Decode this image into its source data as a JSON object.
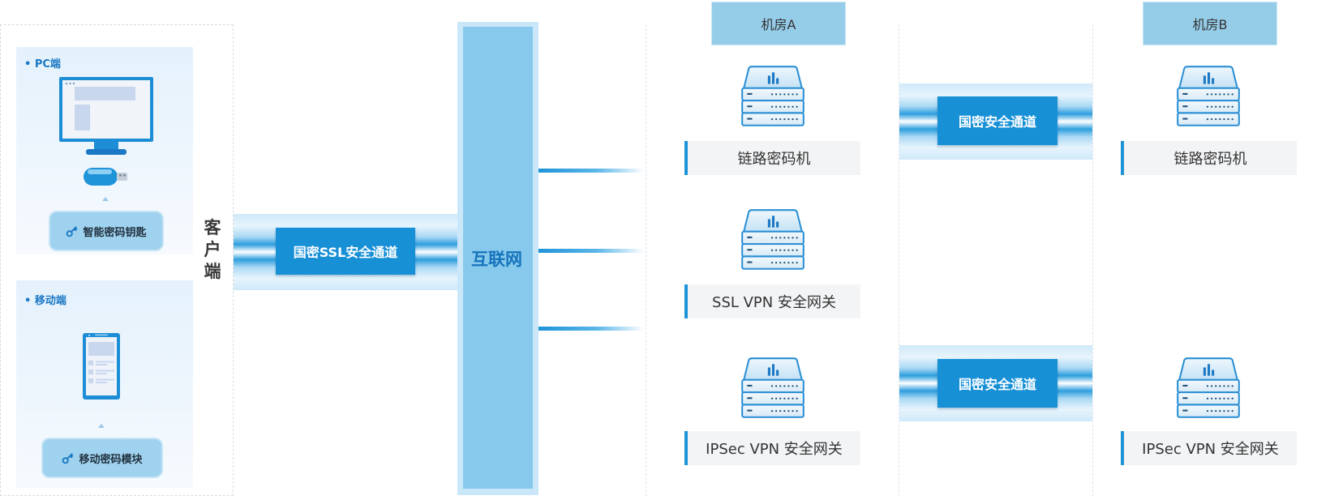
{
  "client": {
    "pc_title": "• PC端",
    "mobile_title": "• 移动端",
    "smart_key_label": "智能密码钥匙",
    "mobile_module_label": "移动密码模块",
    "side_label": [
      "客",
      "户",
      "端"
    ]
  },
  "ssl_tunnel_label": "国密SSL安全通道",
  "internet": {
    "label": "互联网"
  },
  "room_a": {
    "title": "机房A",
    "devices": [
      "链路密码机",
      "SSL VPN 安全网关",
      "IPSec VPN 安全网关"
    ]
  },
  "secure_tunnels": [
    "国密安全通道",
    "国密安全通道"
  ],
  "room_b": {
    "title": "机房B",
    "devices": [
      "链路密码机",
      "IPSec VPN 安全网关"
    ]
  },
  "colors": {
    "accent": "#1790d6",
    "internet": "#86c9ec",
    "room_title": "#95cde9",
    "key_button": "#9fd2ee"
  }
}
